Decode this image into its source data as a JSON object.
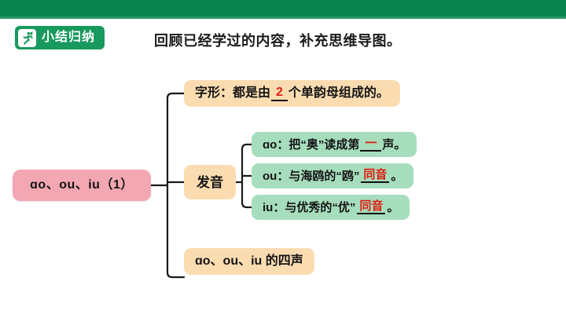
{
  "topbar": {
    "color": "#07834f"
  },
  "header": {
    "badge": {
      "label": "小结归纳",
      "icon": "running-person-icon",
      "bg_color": "#18995e"
    },
    "title": "回顾已经学过的内容，补充思维导图。"
  },
  "mindmap": {
    "root": {
      "label": "ɑo、ou、iu（1）",
      "color": "#f2a7b3"
    },
    "branches": [
      {
        "name": "zixing",
        "color": "#fbdcb1",
        "text_before": "字形：都是由",
        "blank": "2",
        "text_after": "个单韵母组成的。"
      },
      {
        "name": "fayin",
        "label": "发音",
        "color": "#fbdcb1",
        "children": [
          {
            "name": "ao",
            "color": "#a6ddbd",
            "text_before": "ɑo：把“奥”读成第",
            "blank": "一",
            "text_after": "声。"
          },
          {
            "name": "ou",
            "color": "#a6ddbd",
            "text_before": "ou：与海鸥的“鸥”",
            "blank": "同音",
            "text_after": "。"
          },
          {
            "name": "iu",
            "color": "#a6ddbd",
            "text_before": "iu：与优秀的“优”",
            "blank": "同音",
            "text_after": "。"
          }
        ]
      },
      {
        "name": "sisheng",
        "color": "#fbdcb1",
        "label": "ɑo、ou、iu 的四声"
      }
    ]
  },
  "colors": {
    "accent_green": "#07834f",
    "blank_red": "#e01b0e",
    "connector": "#1a1a1a"
  }
}
